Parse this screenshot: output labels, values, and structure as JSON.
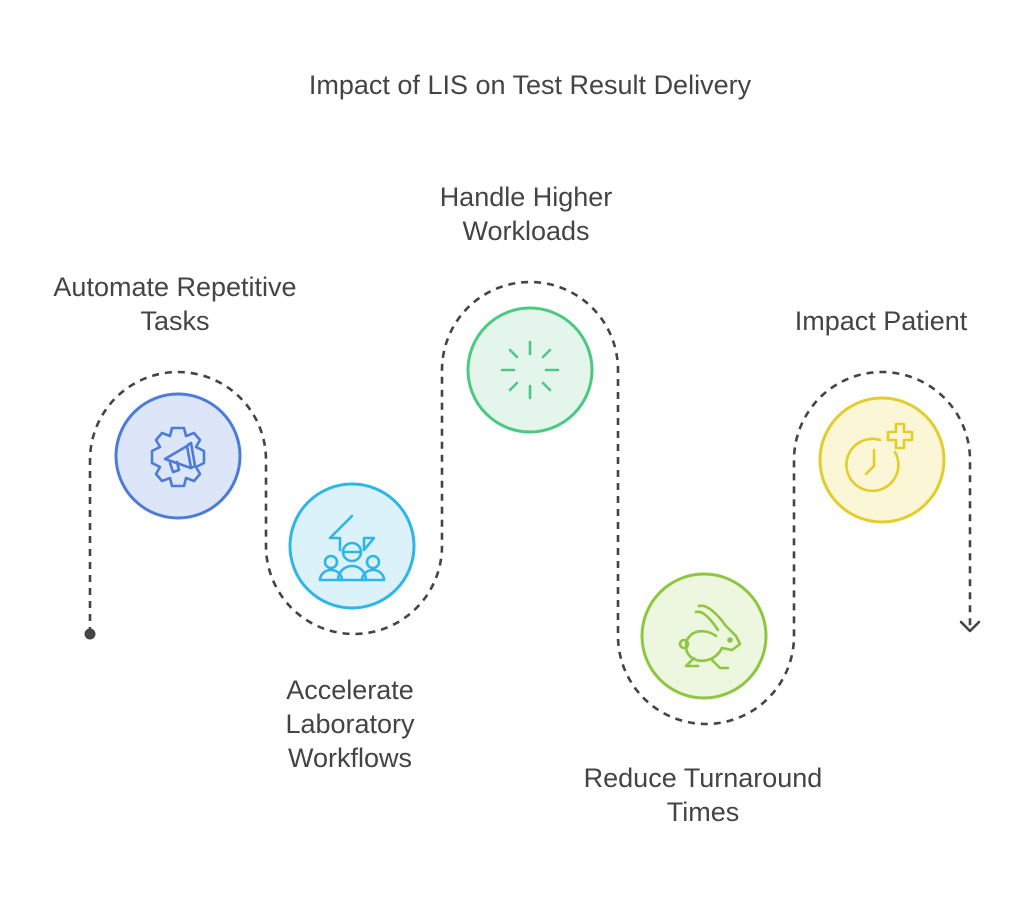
{
  "title": "Impact of LIS on Test Result Delivery",
  "steps": [
    {
      "label": "Automate Repetitive Tasks",
      "icon": "gear-megaphone-icon",
      "stroke": "#4d7bd8",
      "fill": "#dde6f8"
    },
    {
      "label": "Accelerate Laboratory Workflows",
      "icon": "team-growth-icon",
      "stroke": "#2fb5e6",
      "fill": "#dcf2fb"
    },
    {
      "label": "Handle Higher Workloads",
      "icon": "loading-spinner-icon",
      "stroke": "#4cc981",
      "fill": "#e4f6ec"
    },
    {
      "label": "Reduce Turnaround Times",
      "icon": "running-rabbit-icon",
      "stroke": "#8ec63f",
      "fill": "#edf6df"
    },
    {
      "label": "Impact Patient",
      "icon": "clock-plus-icon",
      "stroke": "#e4cd2b",
      "fill": "#fbf6d6"
    }
  ],
  "colors": {
    "path": "#444444",
    "text": "#444444"
  }
}
